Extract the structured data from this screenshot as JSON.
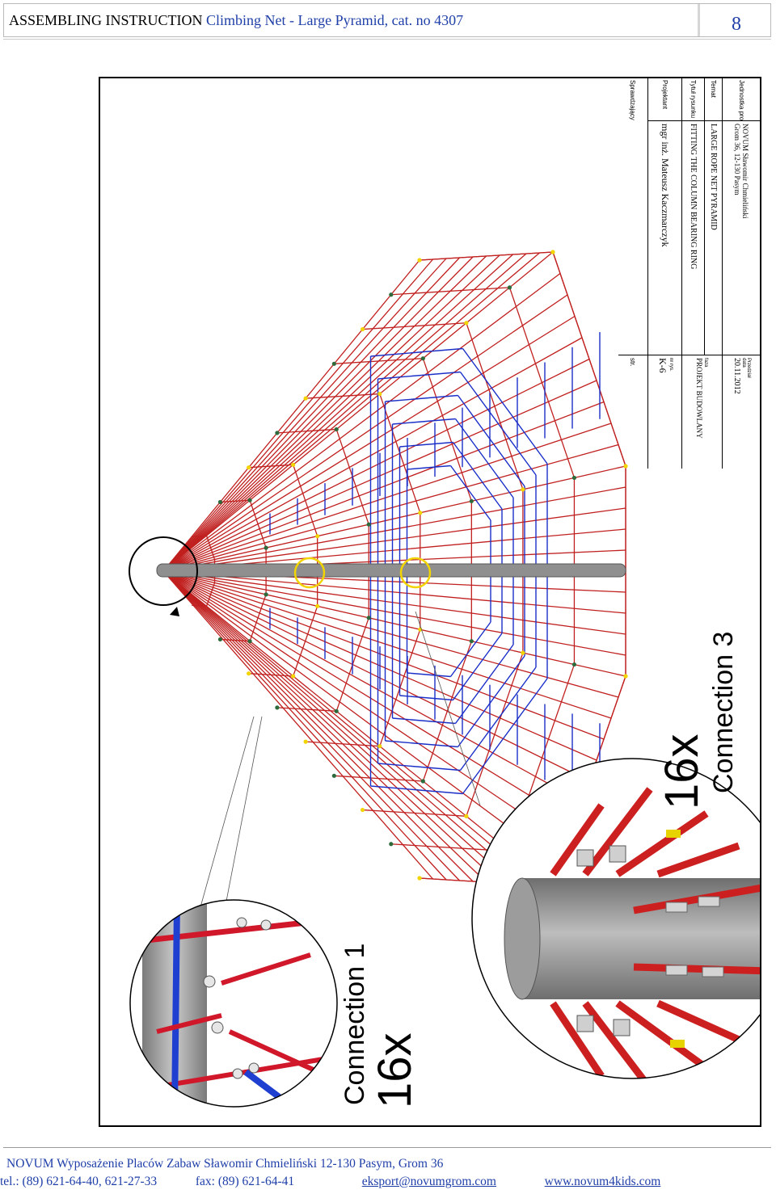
{
  "header": {
    "title_prefix": "ASSEMBLING INSTRUCTION",
    "title_doc": "Climbing Net - Large Pyramid, cat. no 4307",
    "page_number": "8"
  },
  "title_block": {
    "unit_label": "Jednostka projektowa",
    "unit_value_1": "NOVUM Sławomir Chmieliński",
    "unit_value_2": "Grom 36, 12-130 Pasym",
    "scale_label": "Przedział",
    "date_label": "data",
    "date_value": "20.11.2012",
    "theme_label": "Temat",
    "theme_value": "LARGE ROPE NET PYRAMID",
    "stage_label": "faza",
    "stage_value": "PROJEKT BUDOWLANY",
    "drawing_title_label": "Tytuł rysunku",
    "drawing_title_value": "FITTING THE COLUMN BEARING RING",
    "designer_label": "Projektant",
    "designer_value": "mgr inż. Mateusz Kaczmarczyk",
    "sheet_number_label": "nr rys.",
    "sheet_number_value": "K-6",
    "checker_label": "Sprawdzający",
    "page_label": "str."
  },
  "connections": {
    "conn1_label": "Connection 1",
    "conn1_count": "16x",
    "conn3_label": "Connection 3",
    "conn3_count": "16x"
  },
  "footer": {
    "company": "NOVUM Wyposażenie Placów Zabaw Sławomir Chmieliński 12-130 Pasym, Grom 36",
    "phone": "tel.: (89) 621-64-40, 621-27-33",
    "fax": "fax: (89) 621-64-41",
    "email": "eksport@novumgrom.com",
    "website": "www.novum4kids.com"
  },
  "colors": {
    "brand_blue": "#1f3fa8",
    "net_red": "#c0201f",
    "net_blue": "#1a2fc8",
    "highlight_yellow": "#f2d400",
    "column_gray": "#8f8f8f"
  }
}
